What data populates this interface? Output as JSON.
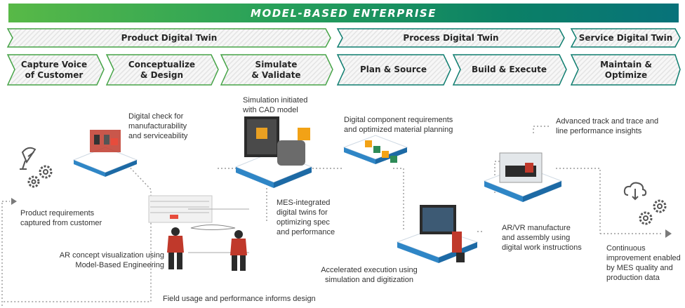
{
  "banner": {
    "title": "MODEL-BASED ENTERPRISE"
  },
  "twins": [
    {
      "label": "Product Digital Twin"
    },
    {
      "label": "Process Digital Twin"
    },
    {
      "label": "Service Digital Twin"
    }
  ],
  "stages": [
    {
      "line1": "Capture Voice",
      "line2": "of Customer"
    },
    {
      "line1": "Conceptualize",
      "line2": "& Design"
    },
    {
      "line1": "Simulate",
      "line2": "& Validate"
    },
    {
      "line1": "Plan & Source",
      "line2": ""
    },
    {
      "line1": "Build & Execute",
      "line2": ""
    },
    {
      "line1": "Maintain &",
      "line2": "Optimize"
    }
  ],
  "notes": {
    "digital_check": [
      "Digital check for",
      "manufacturability",
      "and serviceability"
    ],
    "simulation": [
      "Simulation initiated",
      "with CAD model"
    ],
    "component": [
      "Digital component requirements",
      "and optimized material planning"
    ],
    "track": [
      "Advanced track and trace and",
      "line performance insights"
    ],
    "product_req": [
      "Product requirements",
      "captured from customer"
    ],
    "mes_integrated": [
      "MES-integrated",
      "digital twins for",
      "optimizing spec",
      "and performance"
    ],
    "arvr": [
      "AR/VR manufacture",
      "and assembly using",
      "digital work instructions"
    ],
    "continuous": [
      "Continuous",
      "improvement enabled",
      "by MES quality and",
      "production data"
    ],
    "ar_concept": [
      "AR concept visualization using",
      "Model-Based  Engineering"
    ],
    "accelerated": [
      "Accelerated execution using",
      "simulation and digitization"
    ],
    "field_usage": "Field usage and performance informs design"
  },
  "colors": {
    "green_dark": "#3e9b3a",
    "teal": "#0b7b6e",
    "banner_start": "#58b947",
    "banner_end": "#07727a",
    "platform_blue": "#2f86c6",
    "dots": "#9a9a9a"
  },
  "icons": [
    "satellite-dish-icon",
    "gear-icon",
    "cloud-download-icon",
    "gear-icon"
  ]
}
